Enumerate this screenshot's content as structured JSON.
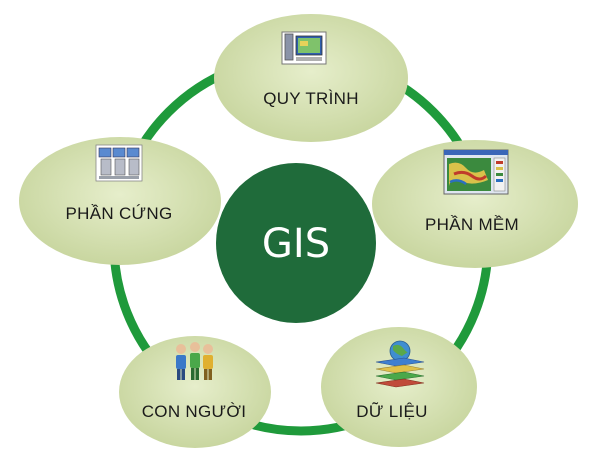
{
  "center": {
    "label": "GIS"
  },
  "components": [
    {
      "label": "QUY TRÌNH",
      "icon": "process-computer-icon"
    },
    {
      "label": "PHẦN MỀM",
      "icon": "software-map-window-icon"
    },
    {
      "label": "DỮ LIỆU",
      "icon": "data-layers-globe-icon"
    },
    {
      "label": "CON NGƯỜI",
      "icon": "people-group-icon"
    },
    {
      "label": "PHẦN CỨNG",
      "icon": "hardware-computers-icon"
    }
  ],
  "colors": {
    "ring": "#1f9a3b",
    "center_fill": "#1f6b3a",
    "node_fill": "#cfdba8",
    "node_fill_light": "#e2ebc6",
    "label_text": "#1a1a1a",
    "center_text": "#ffffff"
  }
}
